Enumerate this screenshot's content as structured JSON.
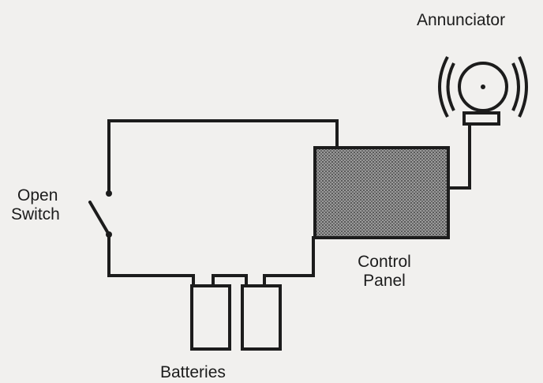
{
  "labels": {
    "annunciator": "Annunciator",
    "open_switch_line1": "Open",
    "open_switch_line2": "Switch",
    "control_panel_line1": "Control",
    "control_panel_line2": "Panel",
    "batteries": "Batteries"
  },
  "colors": {
    "background": "#f1f0ee",
    "line": "#1c1c1c",
    "panel_fill": "#8f8f8f"
  },
  "icons": {
    "annunciator": "bell-with-sound-waves-icon",
    "switch": "open-switch-icon",
    "battery": "battery-cell-icon"
  }
}
